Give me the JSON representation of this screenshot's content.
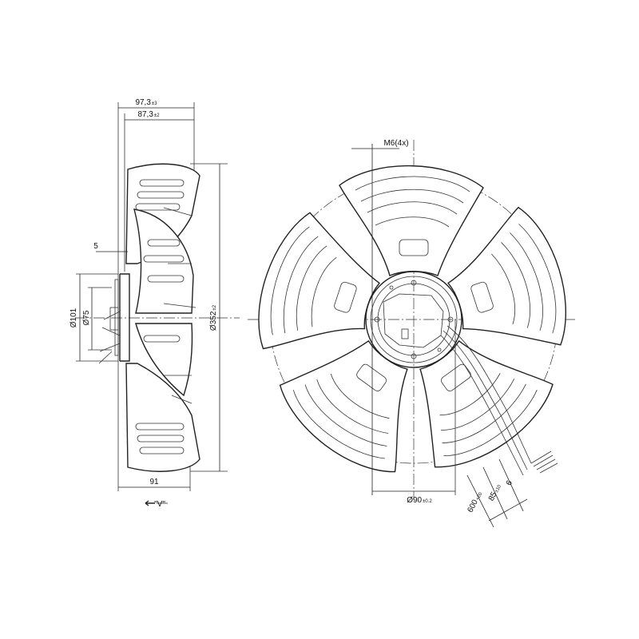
{
  "dimensions": {
    "overall_depth": "97,3",
    "overall_depth_tol": "±3",
    "blade_depth": "87,3",
    "blade_depth_tol": "±2",
    "offset": "5",
    "diameter_101": "Ø101",
    "diameter_75": "Ø75",
    "diameter_352": "Ø352",
    "diameter_352_tol": "±2",
    "base_depth": "91",
    "view_label": "\"V\"",
    "mount_thread": "M6(4x)",
    "bolt_circle": "Ø90",
    "bolt_circle_tol": "±0.2",
    "cable_length": "600",
    "cable_length_tol": "+20",
    "strip_length": "85",
    "strip_length_tol": "±10",
    "strip_end": "6"
  }
}
